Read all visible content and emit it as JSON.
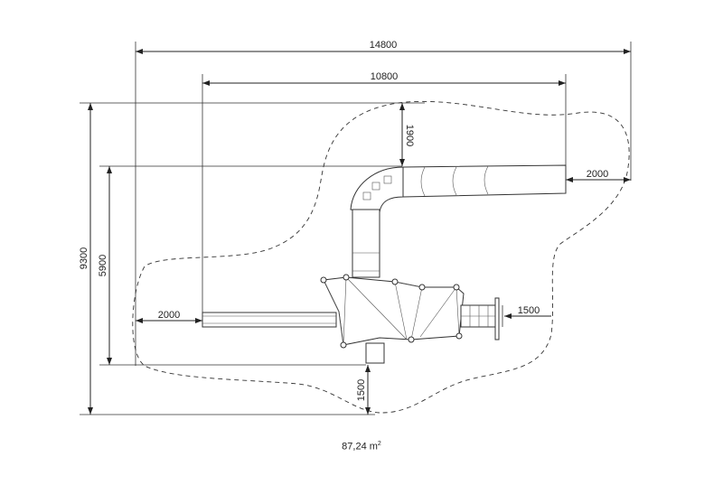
{
  "dimensions": {
    "overall_width": "14800",
    "equipment_width": "10800",
    "overall_depth": "9300",
    "equipment_depth": "5900",
    "top_offset": "1900",
    "right_clearance": "2000",
    "left_clearance": "2000",
    "step_clearance": "1500",
    "bottom_clearance": "1500"
  },
  "area": {
    "value": "87,24 m",
    "unit_sup": "2"
  }
}
